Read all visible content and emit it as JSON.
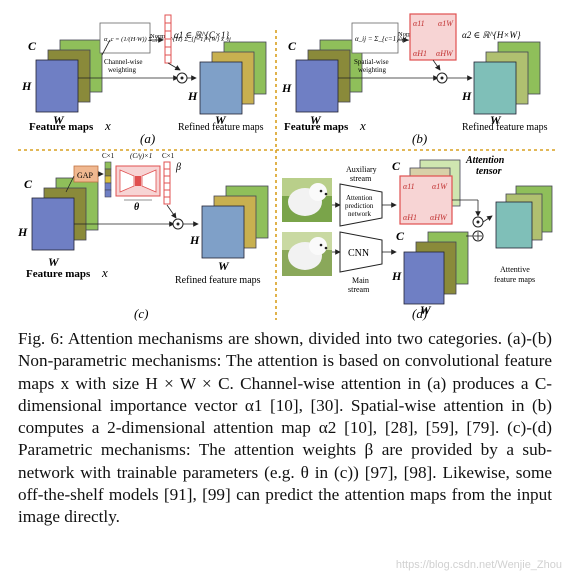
{
  "panels": {
    "a": {
      "label": "(a)",
      "feature_caption": "Feature maps",
      "feature_var": "x",
      "refined_caption": "Refined feature maps",
      "formula": "α_c = (1/(H·W)) Σ_{i=1}^{H} Σ_{j=1}^{W} x_ij",
      "weighting": "Channel-wise weighting",
      "norm": "Norm",
      "alpha_label": "α1 ∈ ℝ^{C×1}",
      "dim_c": "C",
      "dim_h": "H",
      "dim_w": "W"
    },
    "b": {
      "label": "(b)",
      "feature_caption": "Feature maps",
      "feature_var": "x",
      "refined_caption": "Refined feature maps",
      "formula": "α_ij = Σ_{c=1}^{C} x_c²",
      "weighting": "Spatial-wise weighting",
      "norm": "Norm",
      "alpha_label": "α2 ∈ ℝ^{H×W}",
      "matrix": [
        "α11",
        "α1W",
        "αH1",
        "αHW"
      ],
      "dim_c": "C",
      "dim_h": "H",
      "dim_w": "W"
    },
    "c": {
      "label": "(c)",
      "feature_caption": "Feature maps",
      "feature_var": "x",
      "refined_caption": "Refined feature maps",
      "gap": "GAP",
      "c1_left": "C×1",
      "c1_right": "C×1",
      "bottleneck": "(C/γ)×1",
      "theta": "θ",
      "beta": "β",
      "dim_c": "C",
      "dim_h": "H",
      "dim_w": "W"
    },
    "d": {
      "label": "(d)",
      "auxiliary": "Auxiliary stream",
      "attention_net": "Attention prediction network",
      "attention_tensor": "Attention tensor",
      "cnn": "CNN",
      "main": "Main stream",
      "attentive": "Attentive feature maps",
      "matrix": [
        "α11",
        "α1W",
        "αH1",
        "αHW"
      ],
      "dim_c": "C",
      "dim_h": "H",
      "dim_w": "W"
    }
  },
  "caption": {
    "line1": "Fig. 6: Attention mechanisms are shown, divided into two",
    "line2": "categories. (a)-(b) Non-parametric mechanisms: The attention",
    "line3": "is based on convolutional feature maps x with size H × W ×",
    "line4": "C. Channel-wise attention in (a) produces a C-dimensional",
    "line5": "importance vector α1 [10], [30]. Spatial-wise attention in (b)",
    "line6": "computes a 2-dimensional attention map α2 [10], [28], [59],",
    "line7": "[79]. (c)-(d) Parametric mechanisms: The attention weights β",
    "line8": "are provided by a sub-network with trainable parameters (e.g.",
    "line9": "θ in (c)) [97], [98]. Likewise, some off-the-shelf models [91], [99]",
    "line10": "can predict the attention maps from the input image directly."
  },
  "watermark": "https://blog.csdn.net/Wenjie_Zhou",
  "colors": {
    "blue": "#6f7fc4",
    "olive": "#8a8a3a",
    "green": "#8fbf5a",
    "orange": "#e8a060",
    "red_matrix": "#e05050",
    "pink_fill": "#f7d4d4",
    "divider": "#d9a020"
  }
}
